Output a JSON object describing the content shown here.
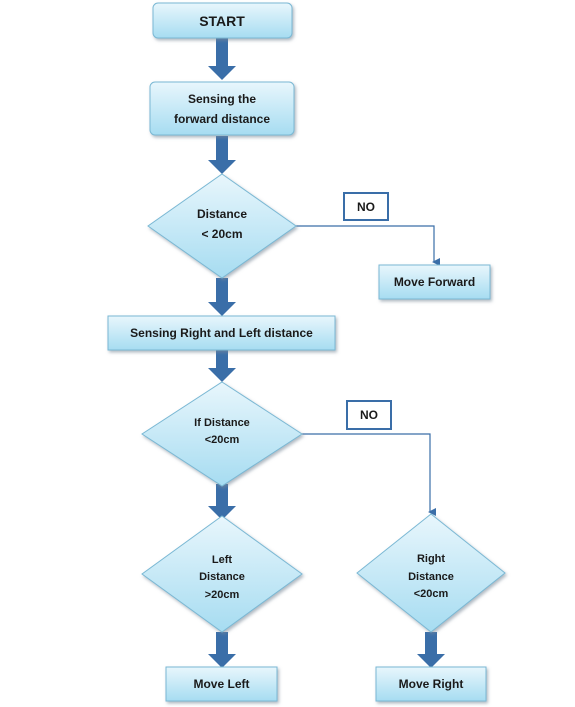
{
  "nodes": {
    "start": "START",
    "sense_forward": [
      "Sensing the",
      "forward distance"
    ],
    "decision_distance": [
      "Distance",
      "< 20cm"
    ],
    "no_label_1": "NO",
    "move_forward": "Move Forward",
    "sense_right_left": "Sensing Right and Left distance",
    "decision_if_distance": [
      "If Distance",
      "<20cm"
    ],
    "no_label_2": "NO",
    "decision_left": [
      "Left",
      "Distance",
      ">20cm"
    ],
    "decision_right": [
      "Right",
      "Distance",
      "<20cm"
    ],
    "move_left": "Move Left",
    "move_right": "Move Right"
  },
  "colors": {
    "box_fill_top": "#e8f6fc",
    "box_fill_bottom": "#a8def2",
    "box_stroke": "#7ab8d4",
    "arrow": "#3a6ea8",
    "no_box_stroke": "#3a6ea8",
    "text": "#1a1a1a"
  }
}
